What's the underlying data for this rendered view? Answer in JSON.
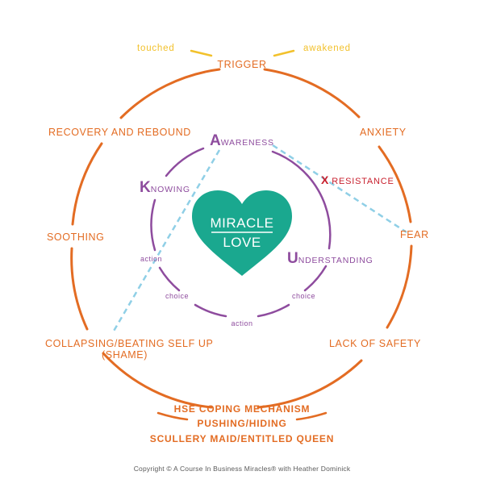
{
  "outer_cycle": {
    "top": "TRIGGER",
    "top_right": "ANXIETY",
    "right": "FEAR",
    "bottom_right": "LACK OF SAFETY",
    "bottom_left_line1": "COLLAPSING/BEATING SELF UP",
    "bottom_left_line2": "(SHAME)",
    "left": "SOOTHING",
    "top_left": "RECOVERY AND REBOUND"
  },
  "trigger_sides": {
    "left": "touched",
    "right": "awakened"
  },
  "inner_cycle": {
    "awareness": {
      "initial": "A",
      "rest": "WARENESS"
    },
    "knowing": {
      "initial": "K",
      "rest": "NOWING"
    },
    "understanding": {
      "initial": "U",
      "rest": "NDERSTANDING"
    },
    "left_action": "action",
    "left_choice": "choice",
    "bottom_action": "action",
    "right_choice": "choice"
  },
  "resistance": {
    "initial": "X",
    "rest": " RESISTANCE"
  },
  "heart": {
    "line1": "MIRACLE",
    "line2": "LOVE"
  },
  "coping": {
    "line1": "HSE COPING MECHANISM",
    "line2": "PUSHING/HIDING",
    "line3": "SCULLERY MAID/ENTITLED QUEEN"
  },
  "copyright": "Copyright © A Course In Business Miracles® with Heather Dominick",
  "colors": {
    "outer": "#e36c23",
    "inner": "#8e4c9e",
    "heart": "#1aa88f",
    "dashed": "#8fcfe6",
    "trigger_ticks": "#f2c12c",
    "resistance": "#c8202e"
  }
}
